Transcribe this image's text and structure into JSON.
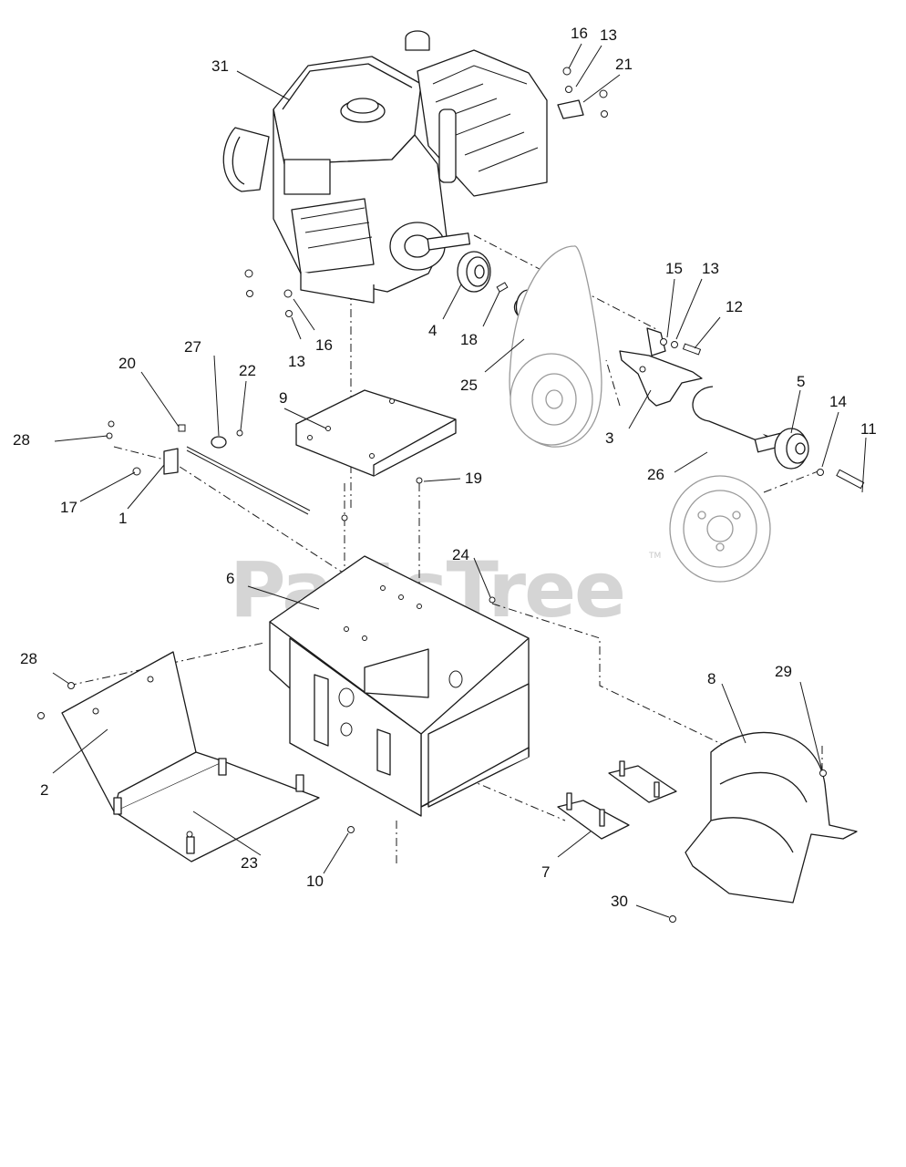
{
  "watermark": {
    "text": "PartsTree",
    "tm": "TM"
  },
  "callouts": {
    "c1": "1",
    "c2": "2",
    "c3": "3",
    "c4": "4",
    "c5": "5",
    "c6": "6",
    "c7": "7",
    "c8": "8",
    "c9": "9",
    "c10": "10",
    "c11": "11",
    "c12": "12",
    "c13a": "13",
    "c13b": "13",
    "c13c": "13",
    "c14": "14",
    "c15": "15",
    "c16a": "16",
    "c16b": "16",
    "c17": "17",
    "c18": "18",
    "c19": "19",
    "c20": "20",
    "c21": "21",
    "c22": "22",
    "c23": "23",
    "c24": "24",
    "c25": "25",
    "c26": "26",
    "c27": "27",
    "c28a": "28",
    "c28b": "28",
    "c29": "29",
    "c30": "30",
    "c31": "31"
  }
}
